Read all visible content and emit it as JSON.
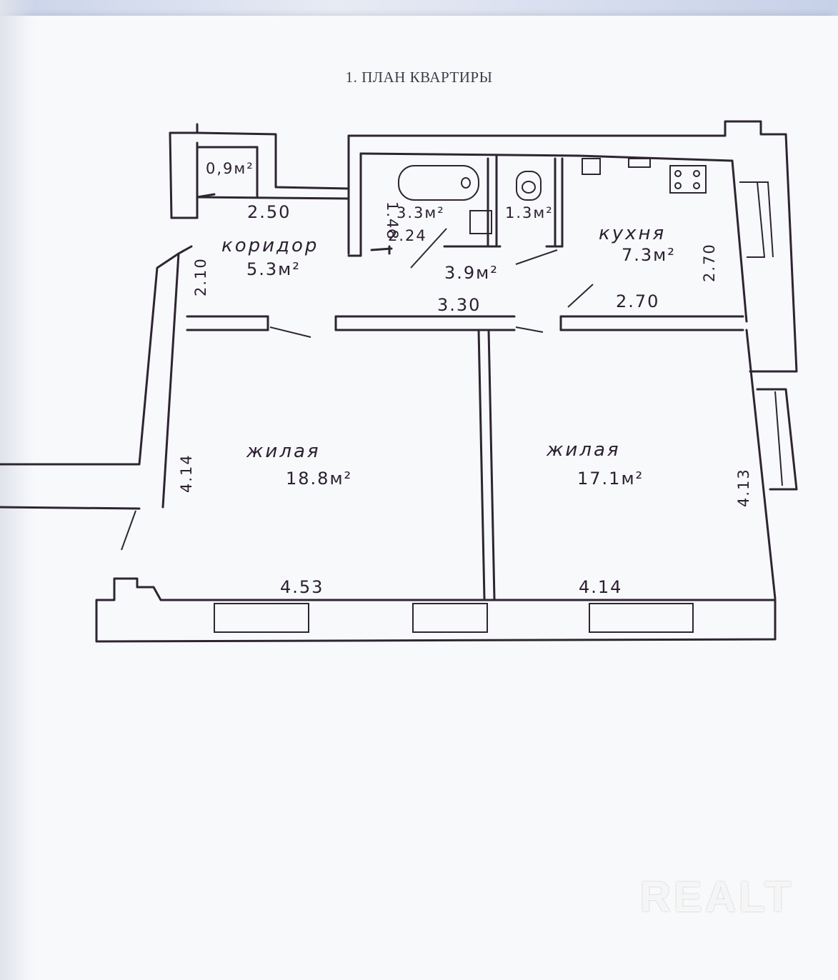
{
  "document": {
    "title": "1. ПЛАН КВАРТИРЫ"
  },
  "plan": {
    "rooms": [
      {
        "id": "storage",
        "area": "0,9м²"
      },
      {
        "id": "corridor",
        "name": "коридор",
        "area": "5.3м²"
      },
      {
        "id": "bathroom",
        "area": "3.3м²"
      },
      {
        "id": "toilet",
        "area": "1.3м²"
      },
      {
        "id": "hall",
        "area": "3.9м²"
      },
      {
        "id": "kitchen",
        "name": "кухня",
        "area": "7.3м²"
      },
      {
        "id": "living-left",
        "name": "жилая",
        "area": "18.8м²"
      },
      {
        "id": "living-right",
        "name": "жилая",
        "area": "17.1м²"
      }
    ],
    "dimensions": {
      "corridor_length": "2.50",
      "corridor_width": "2.10",
      "bath_width": "1.48",
      "bath_length": "2.24",
      "hall_length": "3.30",
      "kitchen_length": "2.70",
      "kitchen_width": "2.70",
      "left_room_width": "4.53",
      "left_room_depth": "4.14",
      "right_room_width": "4.14",
      "right_room_depth": "4.13"
    }
  },
  "watermark": "REALT"
}
